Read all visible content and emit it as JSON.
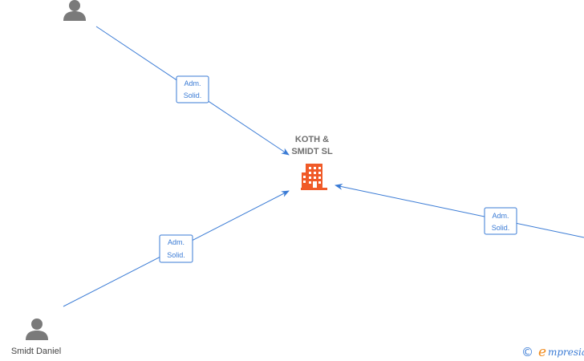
{
  "company": {
    "name_line1": "KOTH &",
    "name_line2": "SMIDT  SL",
    "icon": "building-icon",
    "color": "#f05a28"
  },
  "people": [
    {
      "name": "",
      "icon": "person-icon"
    },
    {
      "name": "Smidt Daniel",
      "icon": "person-icon"
    },
    {
      "name": "",
      "icon": "person-icon"
    }
  ],
  "edges": [
    {
      "label_line1": "Adm.",
      "label_line2": "Solid."
    },
    {
      "label_line1": "Adm.",
      "label_line2": "Solid."
    },
    {
      "label_line1": "Adm.",
      "label_line2": "Solid."
    }
  ],
  "colors": {
    "edge": "#3a7bd5",
    "person": "#7a7a7a",
    "company": "#f05a28"
  },
  "watermark": {
    "copyright_symbol": "©",
    "brand_first": "e",
    "brand_rest": "mpresia"
  }
}
